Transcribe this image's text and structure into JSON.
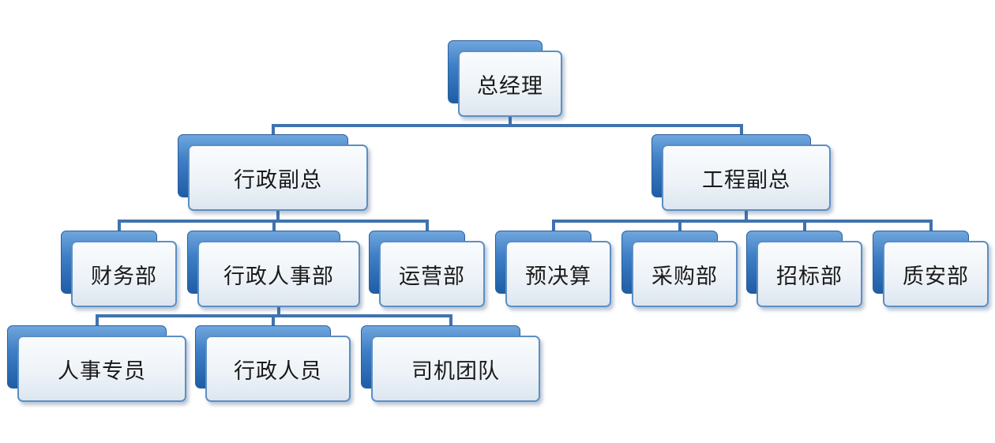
{
  "org_chart": {
    "nodes": [
      {
        "id": "gm",
        "label": "总经理",
        "parent": null
      },
      {
        "id": "admin_vp",
        "label": "行政副总",
        "parent": "gm"
      },
      {
        "id": "eng_vp",
        "label": "工程副总",
        "parent": "gm"
      },
      {
        "id": "finance",
        "label": "财务部",
        "parent": "admin_vp"
      },
      {
        "id": "hr_admin",
        "label": "行政人事部",
        "parent": "admin_vp"
      },
      {
        "id": "operations",
        "label": "运营部",
        "parent": "admin_vp"
      },
      {
        "id": "budget",
        "label": "预决算",
        "parent": "eng_vp"
      },
      {
        "id": "purchasing",
        "label": "采购部",
        "parent": "eng_vp"
      },
      {
        "id": "bidding",
        "label": "招标部",
        "parent": "eng_vp"
      },
      {
        "id": "quality_safety",
        "label": "质安部",
        "parent": "eng_vp"
      },
      {
        "id": "hr_specialist",
        "label": "人事专员",
        "parent": "hr_admin"
      },
      {
        "id": "admin_staff",
        "label": "行政人员",
        "parent": "hr_admin"
      },
      {
        "id": "driver_team",
        "label": "司机团队",
        "parent": "hr_admin"
      }
    ]
  },
  "colors": {
    "connector": "#3f73ad",
    "box_border": "#5b8fc4",
    "shadow_block": "#2a68b3",
    "text": "#1a1a1a"
  }
}
